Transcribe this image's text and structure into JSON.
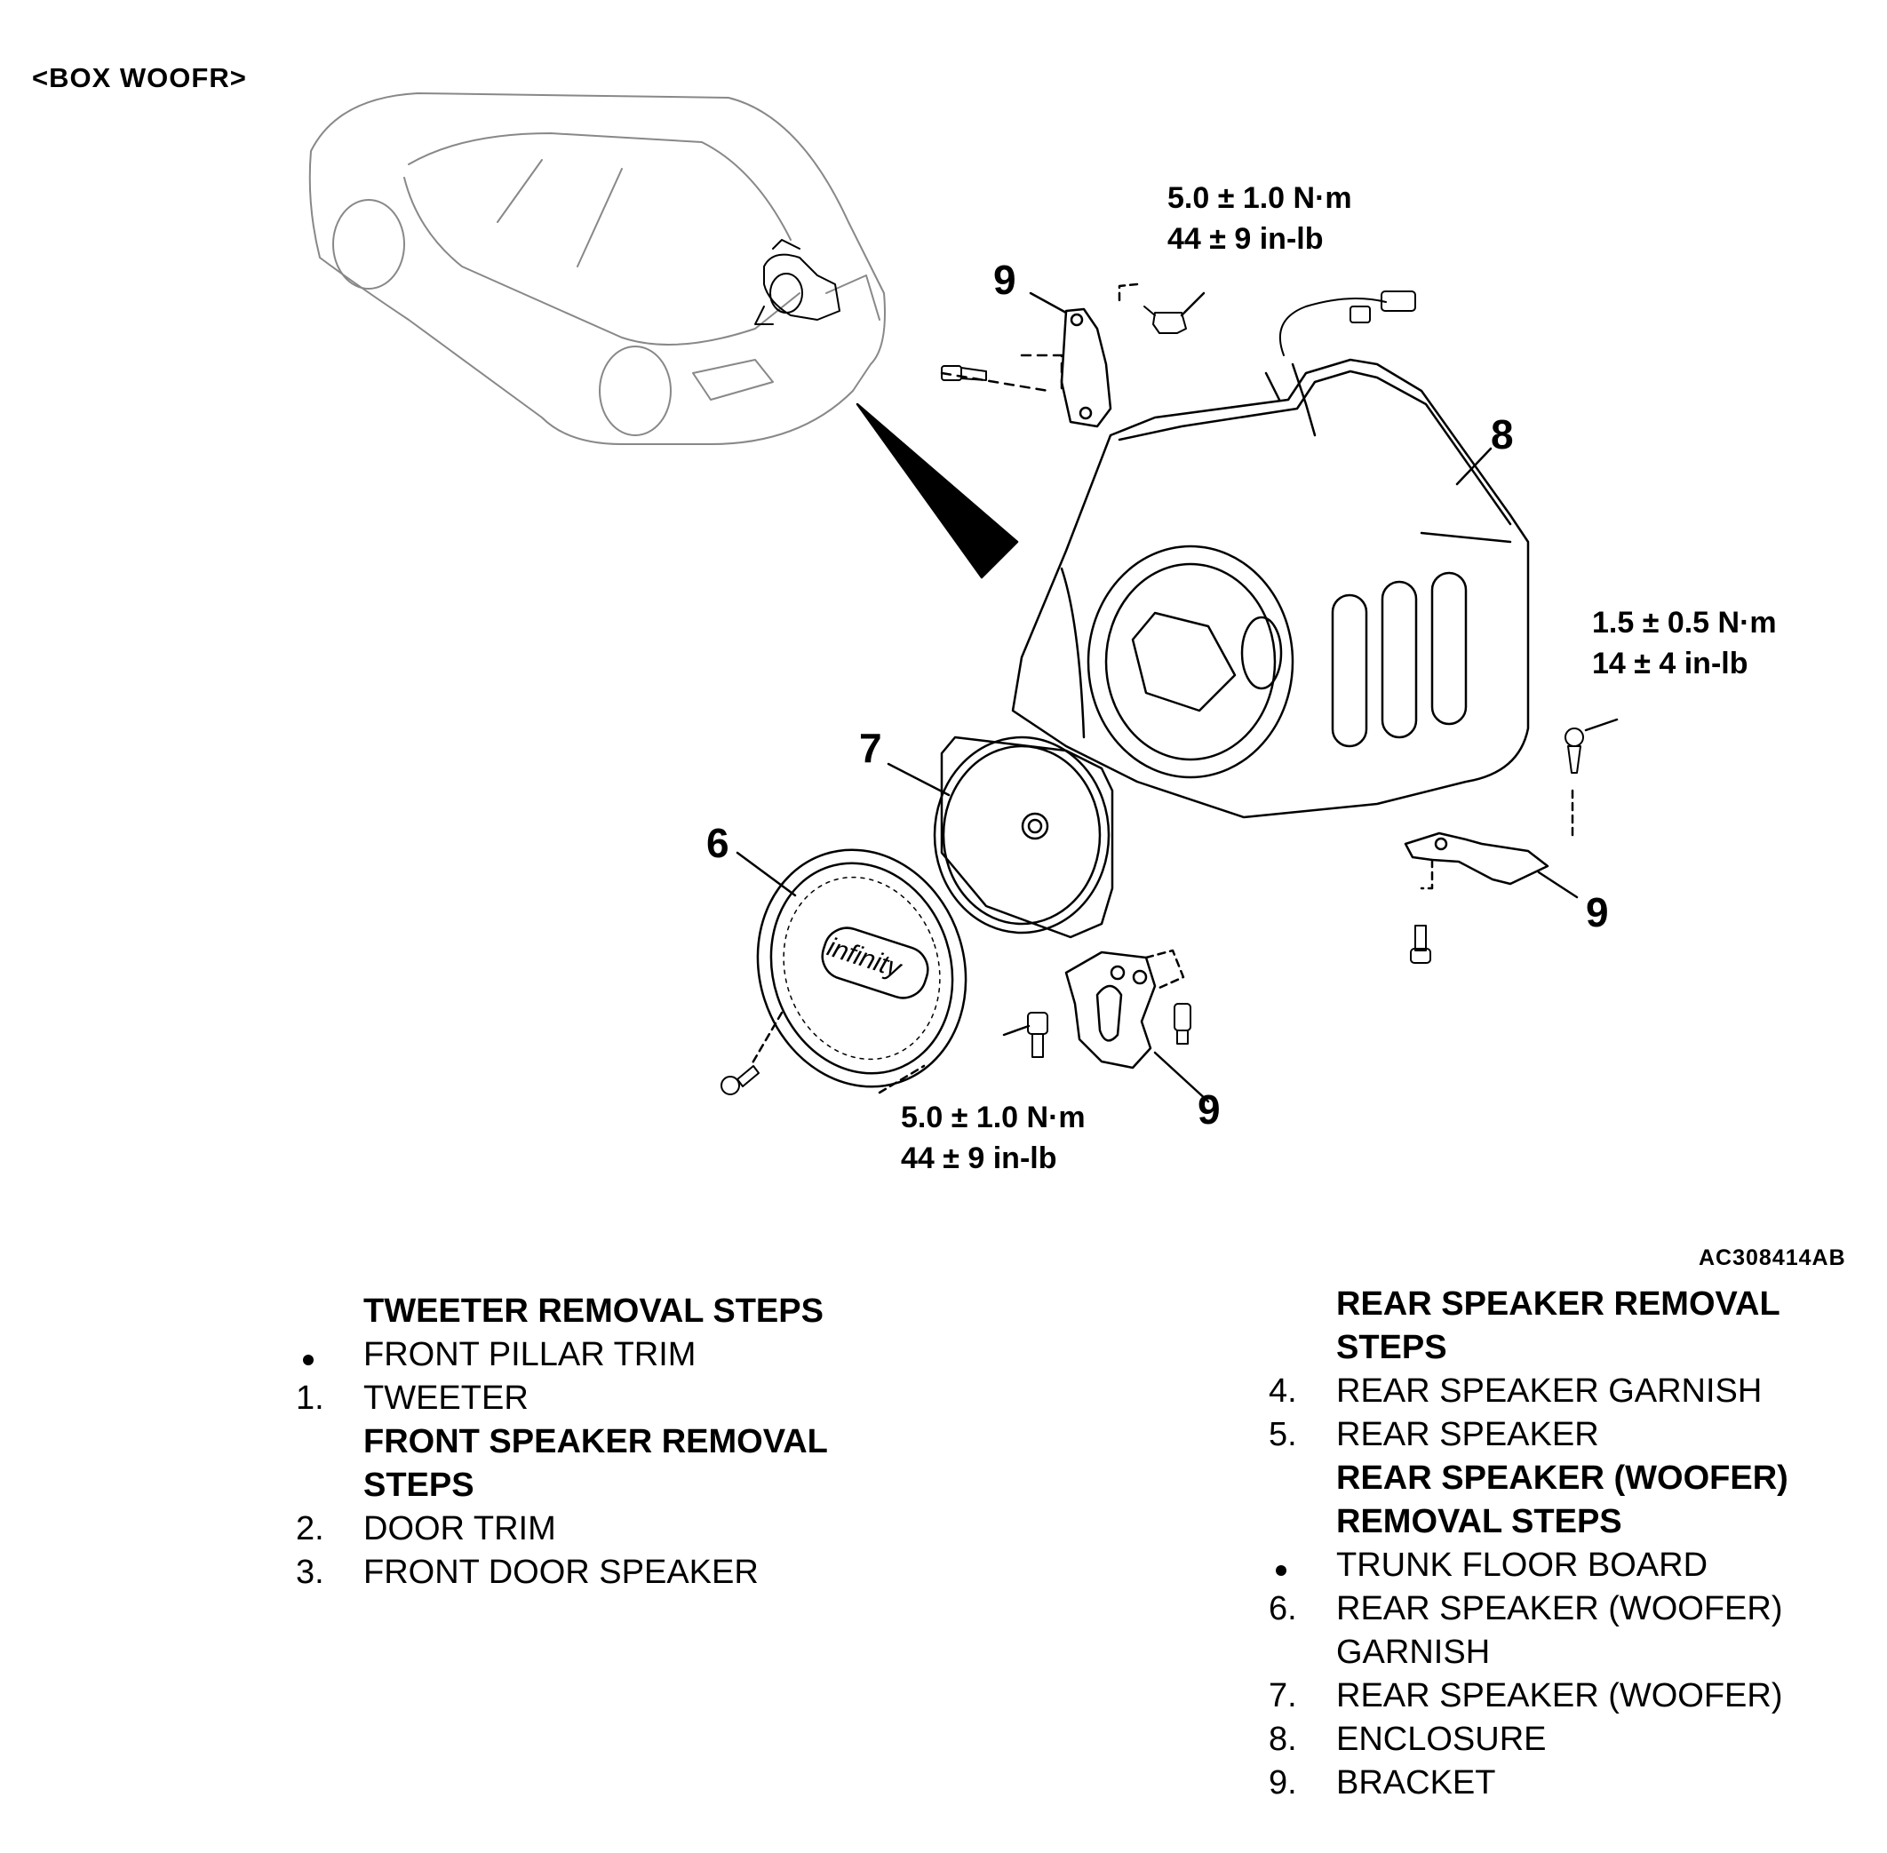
{
  "diagram": {
    "title": "<BOX WOOFR>",
    "figure_code": "AC308414AB",
    "torque_labels": {
      "top": {
        "nm": "5.0 ± 1.0 N·m",
        "inlb": "44 ± 9 in-lb"
      },
      "right": {
        "nm": "1.5 ± 0.5 N·m",
        "inlb": "14 ± 4 in-lb"
      },
      "bottom": {
        "nm": "5.0 ± 1.0 N·m",
        "inlb": "44 ± 9 in-lb"
      }
    },
    "callouts": {
      "bracket_top": "9",
      "enclosure": "8",
      "woofer": "7",
      "garnish": "6",
      "bracket_right": "9",
      "bracket_bottom": "9"
    },
    "grille_logo": "infinity"
  },
  "left_list": {
    "items": [
      {
        "marker": "",
        "text": "TWEETER REMOVAL STEPS",
        "heading": true
      },
      {
        "marker": "•",
        "text": "FRONT PILLAR TRIM",
        "heading": false
      },
      {
        "marker": "1.",
        "text": "TWEETER",
        "heading": false
      },
      {
        "marker": "",
        "text": "FRONT SPEAKER REMOVAL",
        "heading": true
      },
      {
        "marker": "",
        "text": "STEPS",
        "heading": true
      },
      {
        "marker": "2.",
        "text": "DOOR TRIM",
        "heading": false
      },
      {
        "marker": "3.",
        "text": "FRONT DOOR SPEAKER",
        "heading": false
      }
    ]
  },
  "right_list": {
    "items": [
      {
        "marker": "",
        "text": "REAR SPEAKER REMOVAL",
        "heading": true
      },
      {
        "marker": "",
        "text": "STEPS",
        "heading": true
      },
      {
        "marker": "4.",
        "text": "REAR SPEAKER GARNISH",
        "heading": false
      },
      {
        "marker": "5.",
        "text": "REAR SPEAKER",
        "heading": false
      },
      {
        "marker": "",
        "text": "REAR SPEAKER (WOOFER)",
        "heading": true
      },
      {
        "marker": "",
        "text": "REMOVAL STEPS",
        "heading": true
      },
      {
        "marker": "•",
        "text": "TRUNK FLOOR BOARD",
        "heading": false
      },
      {
        "marker": "6.",
        "text": "REAR SPEAKER (WOOFER)",
        "heading": false
      },
      {
        "marker": "",
        "text": "GARNISH",
        "heading": false
      },
      {
        "marker": "7.",
        "text": "REAR SPEAKER (WOOFER)",
        "heading": false
      },
      {
        "marker": "8.",
        "text": "ENCLOSURE",
        "heading": false
      },
      {
        "marker": "9.",
        "text": "BRACKET",
        "heading": false
      }
    ]
  }
}
